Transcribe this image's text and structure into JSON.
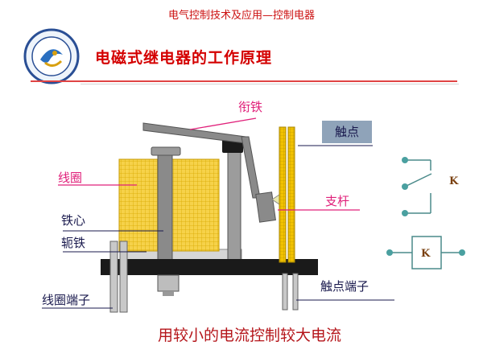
{
  "header": {
    "subject": "电气控制技术及应用—控制电器"
  },
  "slide": {
    "title": "电磁式继电器的工作原理"
  },
  "labels": {
    "armature": "衔铁",
    "contacts": "触点",
    "coil": "线圈",
    "pivot": "支杆",
    "core": "铁心",
    "yoke": "轭铁",
    "coil_terminals": "线圈端子",
    "contact_terminals": "触点端子"
  },
  "symbols": {
    "contact_symbol_label": "K",
    "coil_symbol_label": "K"
  },
  "caption": "用较小的电流控制较大电流",
  "colors": {
    "header_red": "#cc1111",
    "title_red": "#d40000",
    "label_pink": "#e0207a",
    "coil_yellow": "#f6d24a",
    "core_gray": "#8a8a8a",
    "base_black": "#1a1a1a",
    "contact_spring_yellow": "#f2c200",
    "symbol_teal": "#4a8a8a",
    "contact_label_bg": "#8fa3b9"
  },
  "logo": {
    "icon": "university-emblem-icon"
  }
}
